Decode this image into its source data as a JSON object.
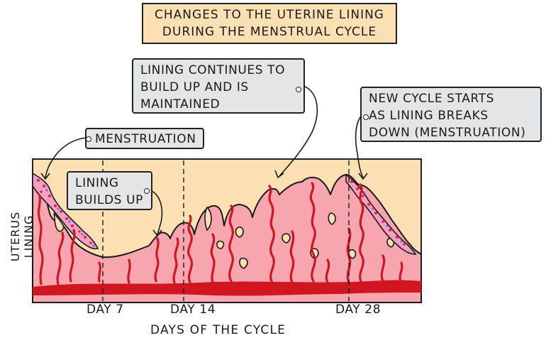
{
  "title": {
    "line1": "CHANGES TO THE UTERINE LINING",
    "line2": "DURING THE MENSTRUAL CYCLE"
  },
  "callouts": {
    "continues": {
      "line1": "LINING CONTINUES TO",
      "line2": "BUILD UP AND IS",
      "line3": "MAINTAINED"
    },
    "menstruation": "MENSTRUATION",
    "builds": {
      "line1": "LINING",
      "line2": "BUILDS UP"
    },
    "new_cycle": {
      "line1": "NEW CYCLE STARTS",
      "line2": "AS LINING BREAKS",
      "line3": "DOWN (MENSTRUATION)"
    }
  },
  "axis": {
    "x_label": "DAYS OF THE CYCLE",
    "y_label": "UTERUS LINING",
    "ticks": [
      "DAY 7",
      "DAY 14",
      "DAY 28"
    ]
  },
  "colors": {
    "title_bg": "#fbe0b4",
    "panel_bg": "#fbe0b4",
    "callout_bg": "#e4e5e7",
    "tissue": "#f7a6b0",
    "vessel": "#d01620",
    "blood_spot": "#e8204a",
    "blue_spot": "#7c6fd8"
  }
}
